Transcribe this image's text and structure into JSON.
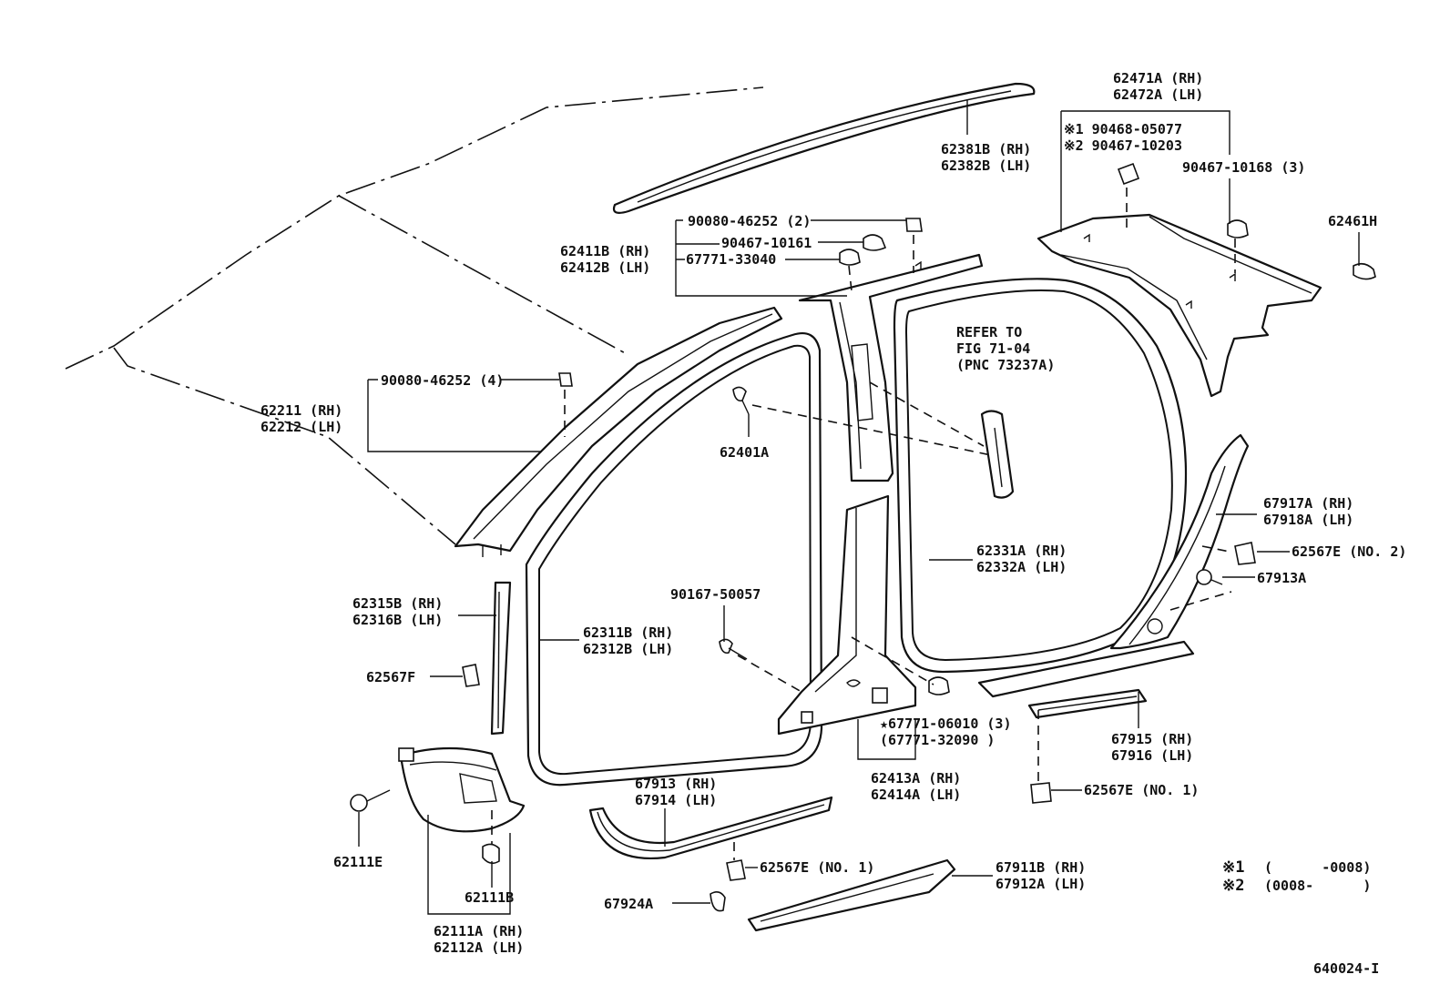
{
  "diagram": {
    "figure_code": "640024-I",
    "callouts": [
      {
        "key": "c62471",
        "lines": [
          "62471A (RH)",
          "62472A (LH)"
        ]
      },
      {
        "key": "c90468",
        "lines": [
          "※1 90468-05077",
          "※2 90467-10203"
        ]
      },
      {
        "key": "c90467_10168",
        "lines": [
          "90467-10168 (3)"
        ]
      },
      {
        "key": "c62381",
        "lines": [
          "62381B (RH)",
          "62382B (LH)"
        ]
      },
      {
        "key": "c62461",
        "lines": [
          "62461H"
        ]
      },
      {
        "key": "c90080_2",
        "lines": [
          "90080-46252 (2)"
        ]
      },
      {
        "key": "c90467_10161",
        "lines": [
          "90467-10161"
        ]
      },
      {
        "key": "c62411",
        "lines": [
          "62411B (RH)",
          "62412B (LH)"
        ]
      },
      {
        "key": "c67771_33040",
        "lines": [
          "67771-33040"
        ]
      },
      {
        "key": "cRefer",
        "lines": [
          "REFER TO",
          "FIG 71-04",
          "(PNC 73237A)"
        ]
      },
      {
        "key": "c90080_4",
        "lines": [
          "90080-46252 (4)"
        ]
      },
      {
        "key": "c62211",
        "lines": [
          "62211 (RH)",
          "62212 (LH)"
        ]
      },
      {
        "key": "c62401",
        "lines": [
          "62401A"
        ]
      },
      {
        "key": "c67917",
        "lines": [
          "67917A (RH)",
          "67918A (LH)"
        ]
      },
      {
        "key": "c62567E2",
        "lines": [
          "62567E (NO. 2)"
        ]
      },
      {
        "key": "c62331",
        "lines": [
          "62331A (RH)",
          "62332A (LH)"
        ]
      },
      {
        "key": "c67913A",
        "lines": [
          "67913A"
        ]
      },
      {
        "key": "c62315",
        "lines": [
          "62315B (RH)",
          "62316B (LH)"
        ]
      },
      {
        "key": "c90167",
        "lines": [
          "90167-50057"
        ]
      },
      {
        "key": "c62311",
        "lines": [
          "62311B (RH)",
          "62312B (LH)"
        ]
      },
      {
        "key": "c62567F",
        "lines": [
          "62567F"
        ]
      },
      {
        "key": "c67771_06010",
        "lines": [
          "★67771-06010 (3)",
          "(67771-32090 )"
        ]
      },
      {
        "key": "c67915",
        "lines": [
          "67915 (RH)",
          "67916 (LH)"
        ]
      },
      {
        "key": "c62413",
        "lines": [
          "62413A (RH)",
          "62414A (LH)"
        ]
      },
      {
        "key": "c62567E1b",
        "lines": [
          "62567E (NO. 1)"
        ]
      },
      {
        "key": "c67913",
        "lines": [
          "67913 (RH)",
          "67914 (LH)"
        ]
      },
      {
        "key": "c62111E",
        "lines": [
          "62111E"
        ]
      },
      {
        "key": "c62567E1a",
        "lines": [
          "62567E (NO. 1)"
        ]
      },
      {
        "key": "c67911",
        "lines": [
          "67911B (RH)",
          "67912A (LH)"
        ]
      },
      {
        "key": "c62111B",
        "lines": [
          "62111B"
        ]
      },
      {
        "key": "c67924",
        "lines": [
          "67924A"
        ]
      },
      {
        "key": "c62111A",
        "lines": [
          "62111A (RH)",
          "62112A (LH)"
        ]
      }
    ],
    "notes": [
      {
        "mark": "※1",
        "range": "(      -0008)"
      },
      {
        "mark": "※2",
        "range": "(0008-      )"
      }
    ]
  }
}
